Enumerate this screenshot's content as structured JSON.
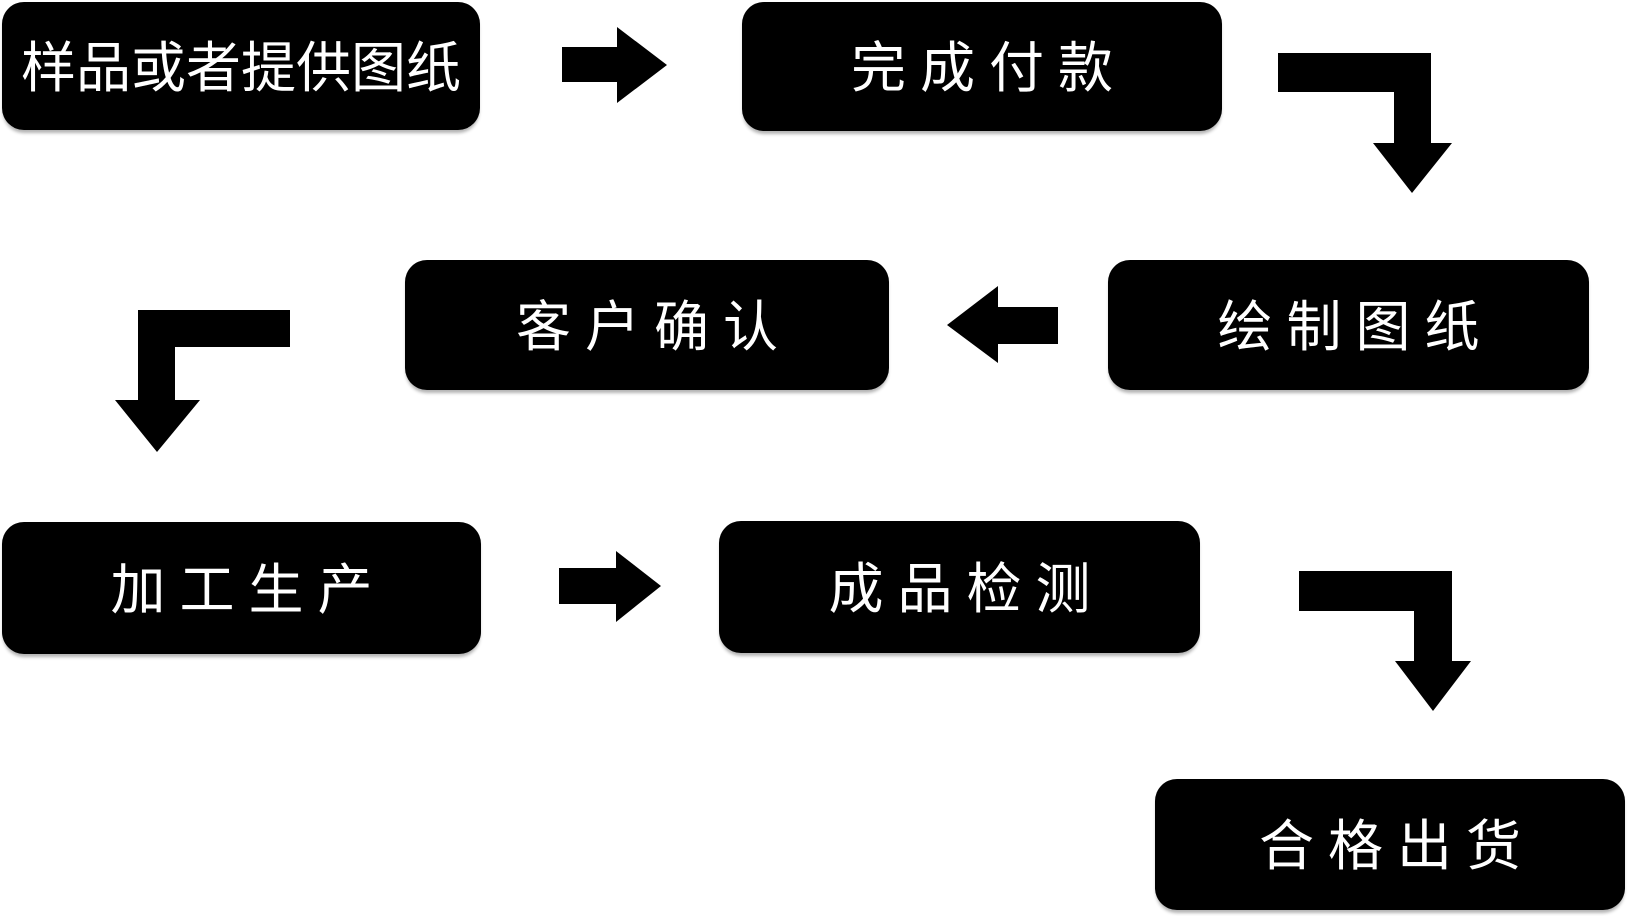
{
  "page": {
    "background_color": "#ffffff",
    "node_fill_color": "#000000",
    "node_text_color": "#ffffff",
    "arrow_color": "#000000"
  },
  "flowchart": {
    "nodes": [
      {
        "id": "sample-or-drawing",
        "label": "样品或者提供图纸"
      },
      {
        "id": "complete-payment",
        "label": "完成付款"
      },
      {
        "id": "draw-drawings",
        "label": "绘制图纸"
      },
      {
        "id": "customer-confirm",
        "label": "客户确认"
      },
      {
        "id": "processing",
        "label": "加工生产"
      },
      {
        "id": "product-inspect",
        "label": "成品检测"
      },
      {
        "id": "qualified-ship",
        "label": "合格出货"
      }
    ],
    "connectors": [
      {
        "type": "arrow-right",
        "from": "样品或者提供图纸",
        "to": "完成付款"
      },
      {
        "type": "elbow-right-down",
        "from": "完成付款",
        "to": "绘制图纸"
      },
      {
        "type": "arrow-left",
        "from": "绘制图纸",
        "to": "客户确认"
      },
      {
        "type": "elbow-left-down",
        "from": "客户确认",
        "to": "加工生产"
      },
      {
        "type": "arrow-right",
        "from": "加工生产",
        "to": "成品检测"
      },
      {
        "type": "elbow-right-down",
        "from": "成品检测",
        "to": "合格出货"
      }
    ]
  }
}
